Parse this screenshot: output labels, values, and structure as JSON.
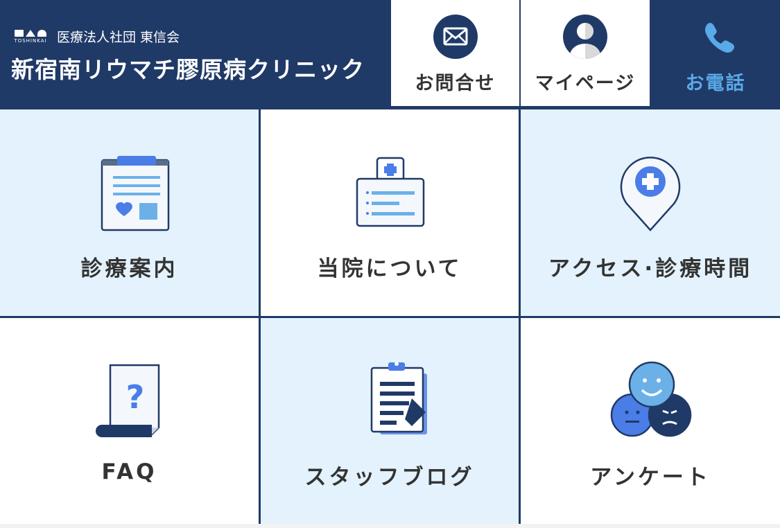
{
  "header": {
    "logo_text": "TOSHINKAI",
    "corp_name": "医療法人社団 東信会",
    "clinic_name": "新宿南リウマチ膠原病クリニック",
    "buttons": [
      {
        "label": "お問合せ",
        "icon": "mail-icon"
      },
      {
        "label": "マイページ",
        "icon": "user-icon"
      },
      {
        "label": "お電話",
        "icon": "phone-icon"
      }
    ]
  },
  "menu": [
    {
      "label": "診療案内",
      "icon": "medical-chart-icon"
    },
    {
      "label": "当院について",
      "icon": "hospital-icon"
    },
    {
      "label": "アクセス·診療時間",
      "icon": "map-pin-icon"
    },
    {
      "label": "FAQ",
      "icon": "faq-document-icon"
    },
    {
      "label": "スタッフブログ",
      "icon": "clipboard-blog-icon"
    },
    {
      "label": "アンケート",
      "icon": "faces-survey-icon"
    }
  ],
  "colors": {
    "navy": "#203a67",
    "accent_blue": "#4a7de6",
    "light_blue": "#e3f2fc",
    "phone_blue": "#5aa9e8"
  }
}
